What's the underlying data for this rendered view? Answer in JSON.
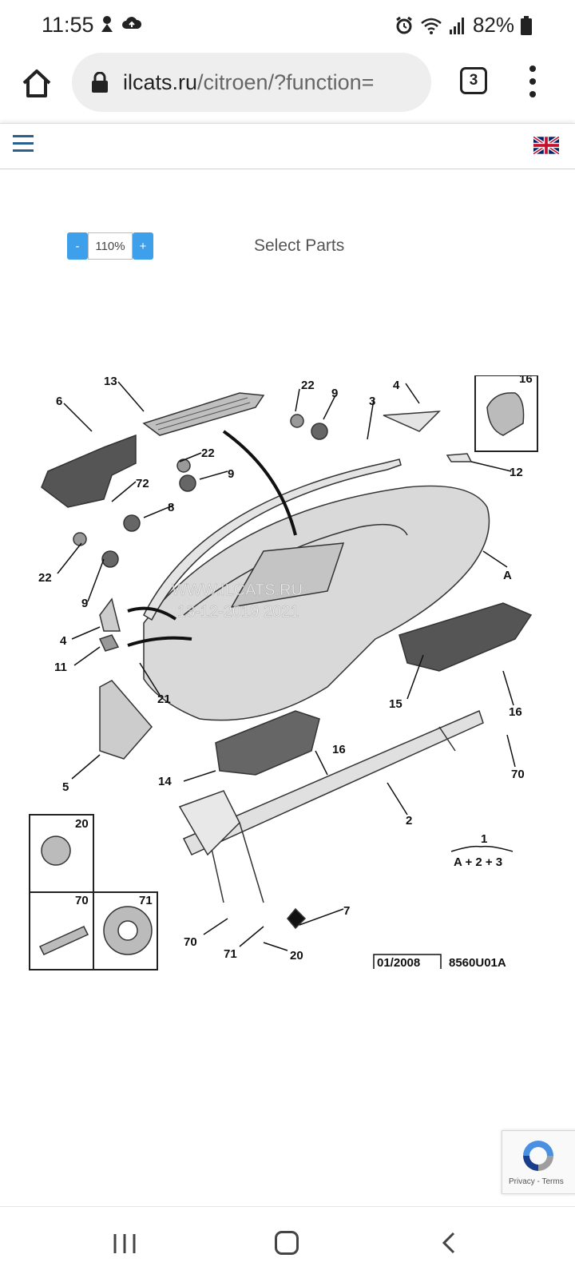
{
  "status_bar": {
    "time": "11:55",
    "battery": "82%",
    "icons": [
      "notification-icon",
      "cloud-icon",
      "alarm-icon",
      "wifi-icon",
      "signal-icon",
      "battery-icon"
    ]
  },
  "browser": {
    "url_domain": "ilcats.ru",
    "url_path": "/citroen/?function=",
    "tab_count": "3"
  },
  "toolbar": {
    "zoom_minus": "-",
    "zoom_value": "110%",
    "zoom_plus": "+",
    "title": "Select Parts"
  },
  "diagram": {
    "callouts": [
      "13",
      "22",
      "9",
      "3",
      "4",
      "16",
      "6",
      "22",
      "9",
      "12",
      "72",
      "8",
      "22",
      "9",
      "A",
      "4",
      "11",
      "21",
      "15",
      "16",
      "5",
      "14",
      "16",
      "70",
      "2",
      "20",
      "70",
      "71",
      "7",
      "70",
      "71",
      "20"
    ],
    "assembly_top": "1",
    "assembly_formula": "A + 2 + 3",
    "date_code": "01/2008",
    "ref_code": "8560U01A",
    "watermark_line1": "WWW.ILCATS.RU",
    "watermark_line2": "13-12-2019 2021"
  },
  "recaptcha": {
    "links": "Privacy - Terms"
  },
  "colors": {
    "accent": "#3ea0ea",
    "nav_blue": "#2b5f8c"
  }
}
